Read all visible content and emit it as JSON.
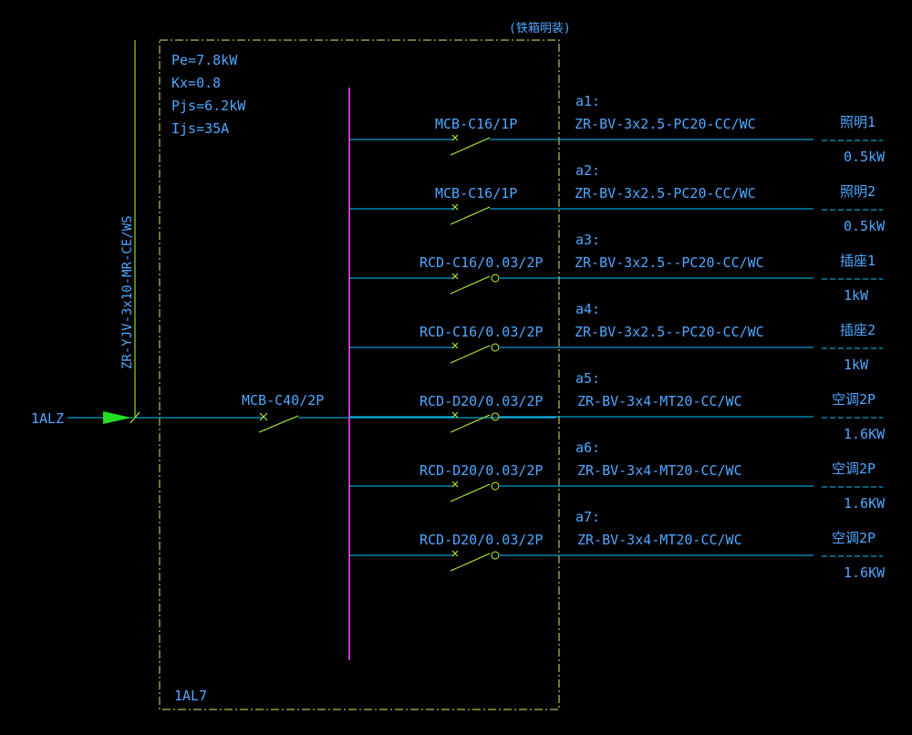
{
  "panel": {
    "header": "(铁箱明装)",
    "name": "1AL7",
    "load_params": [
      "Pe=7.8kW",
      "Kx=0.8",
      "Pjs=6.2kW",
      "Ijs=35A"
    ]
  },
  "incoming": {
    "source": "1ALZ",
    "cable": "ZR-YJV-3x10-MR-CE/WS",
    "breaker": "MCB-C40/2P"
  },
  "circuits": [
    {
      "id": "a1:",
      "breaker": "MCB-C16/1P",
      "rcd": false,
      "cable": "ZR-BV-3x2.5-PC20-CC/WC",
      "load": "照明1",
      "power": "0.5kW"
    },
    {
      "id": "a2:",
      "breaker": "MCB-C16/1P",
      "rcd": false,
      "cable": "ZR-BV-3x2.5-PC20-CC/WC",
      "load": "照明2",
      "power": "0.5kW"
    },
    {
      "id": "a3:",
      "breaker": "RCD-C16/0.03/2P",
      "rcd": true,
      "cable": "ZR-BV-3x2.5--PC20-CC/WC",
      "load": "插座1",
      "power": "1kW"
    },
    {
      "id": "a4:",
      "breaker": "RCD-C16/0.03/2P",
      "rcd": true,
      "cable": "ZR-BV-3x2.5--PC20-CC/WC",
      "load": "插座2",
      "power": "1kW"
    },
    {
      "id": "a5:",
      "breaker": "RCD-D20/0.03/2P",
      "rcd": true,
      "cable": "ZR-BV-3x4-MT20-CC/WC",
      "load": "空调2P",
      "power": "1.6KW"
    },
    {
      "id": "a6:",
      "breaker": "RCD-D20/0.03/2P",
      "rcd": true,
      "cable": "ZR-BV-3x4-MT20-CC/WC",
      "load": "空调2P",
      "power": "1.6KW"
    },
    {
      "id": "a7:",
      "breaker": "RCD-D20/0.03/2P",
      "rcd": true,
      "cable": "ZR-BV-3x4-MT20-CC/WC",
      "load": "空调2P",
      "power": "1.6KW"
    }
  ],
  "colors": {
    "background": "#000000",
    "text": "#4fa8ff",
    "wire": "#00c8ff",
    "panel_border": "#e6e66e",
    "switch": "#b6ff3c",
    "bus": "#cc33cc",
    "arrow": "#22dd22",
    "feeder_line": "#b6ff3c"
  }
}
